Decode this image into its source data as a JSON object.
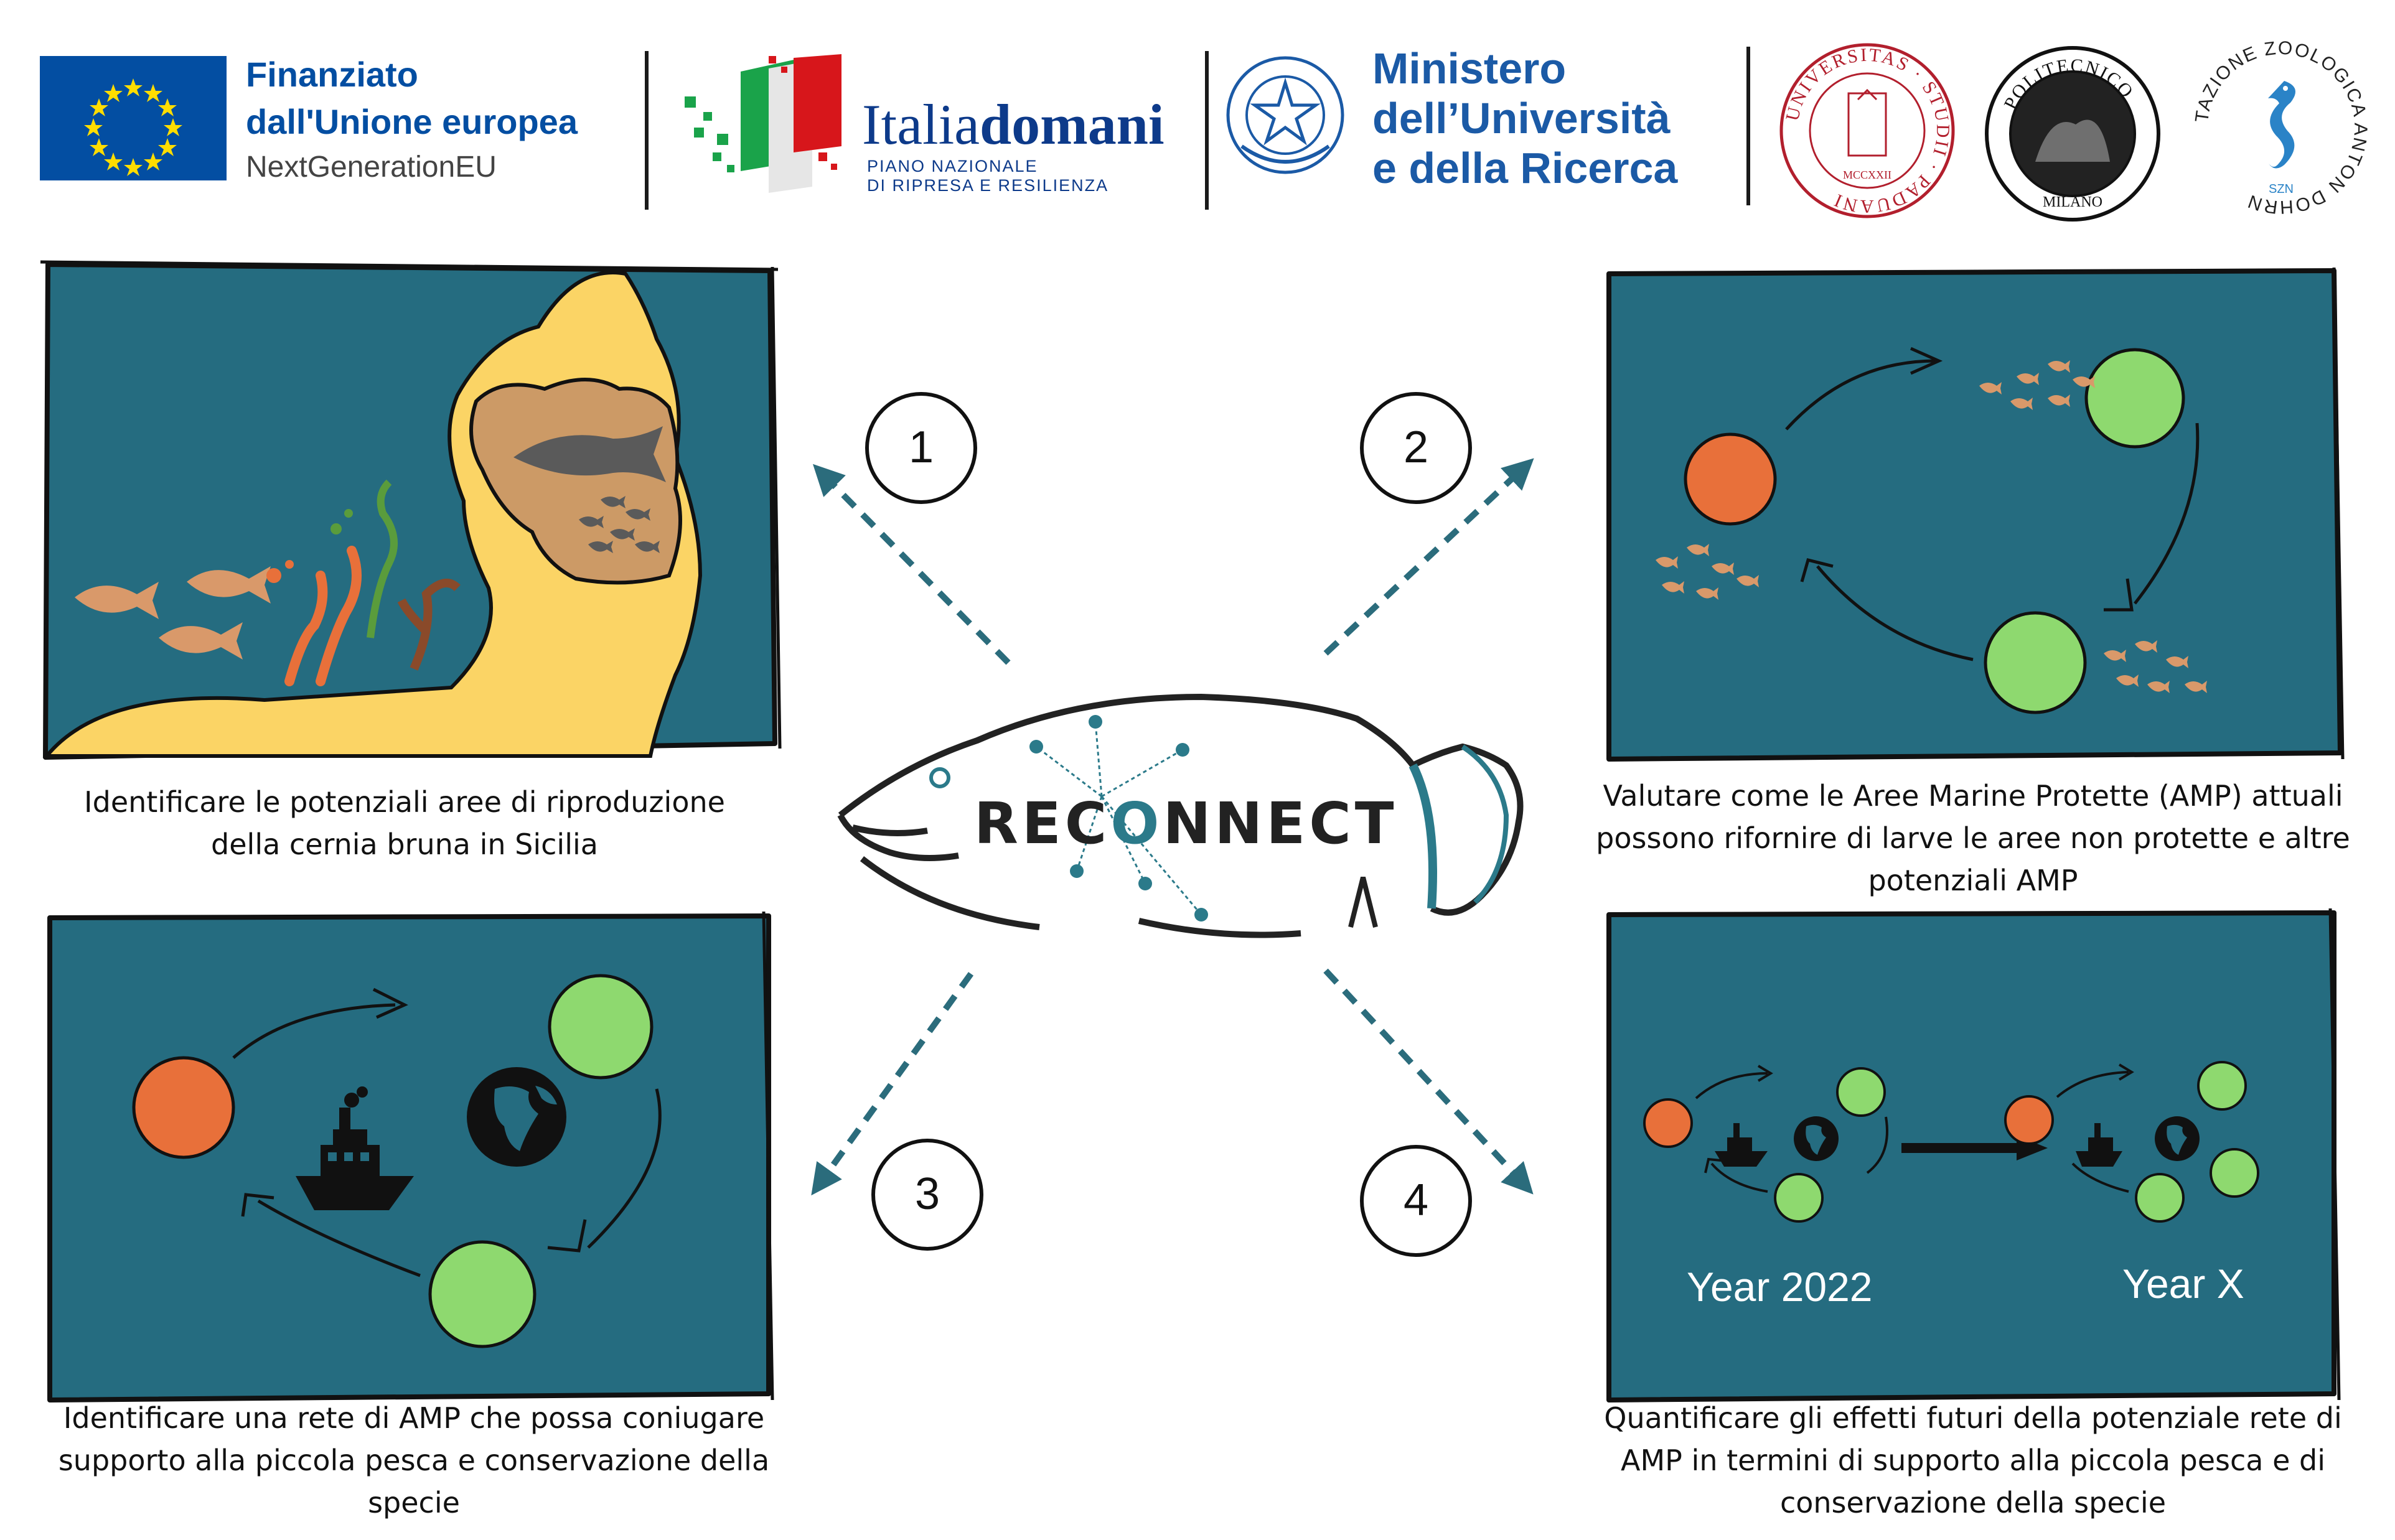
{
  "header": {
    "eu": {
      "line1": "Finanziato",
      "line2": "dall'Unione europea",
      "line3": "NextGenerationEU"
    },
    "italiadomani": {
      "word_light": "Italia",
      "word_bold": "domani",
      "sub_line1": "PIANO NAZIONALE",
      "sub_line2": "DI RIPRESA E RESILIENZA"
    },
    "ministry": {
      "line1": "Ministero",
      "line2": "dell’Università",
      "line3": "e della Ricerca"
    },
    "logos": {
      "padova_ring": "UNIVERSITAS · STUDII · PADUANI",
      "padova_year": "MCCXXII",
      "polimi_top": "POLITECNICO",
      "polimi_bottom": "MILANO",
      "szn_ring": "STAZIONE ZOOLOGICA ANTON DOHRN",
      "szn_abbr": "SZN"
    }
  },
  "center": {
    "logo_text_a": "REC",
    "logo_text_o": "O",
    "logo_text_b": "NNECT"
  },
  "steps": [
    {
      "number": "1",
      "caption_line1": "Identificare le potenziali aree di riproduzione",
      "caption_line2": "della cernia bruna in Sicilia",
      "caption_line3": ""
    },
    {
      "number": "2",
      "caption_line1": "Valutare come le Aree Marine Protette (AMP) attuali",
      "caption_line2": "possono rifornire di larve le aree non protette e altre",
      "caption_line3": "potenziali AMP"
    },
    {
      "number": "3",
      "caption_line1": "Identificare una rete di AMP che possa coniugare",
      "caption_line2": "supporto alla piccola pesca e conservazione della",
      "caption_line3": "specie"
    },
    {
      "number": "4",
      "caption_line1": "Quantificare gli effetti futuri della potenziale rete di",
      "caption_line2": "AMP in termini di supporto alla piccola pesca e di",
      "caption_line3": "conservazione della specie"
    }
  ],
  "panel4": {
    "year_left": "Year 2022",
    "year_right": "Year X"
  },
  "colors": {
    "panel_bg": "#256c80",
    "sand": "#fbd465",
    "rock": "#cc9a66",
    "fish": "#d9996a",
    "orange_node": "#e8703a",
    "green_node": "#8ed96f",
    "arrow_teal": "#2b6c7c",
    "eu_blue": "#034ea2",
    "eu_star": "#ffdd00",
    "mur_blue": "#1b5aa6",
    "italia_blue": "#0d3a8a"
  }
}
